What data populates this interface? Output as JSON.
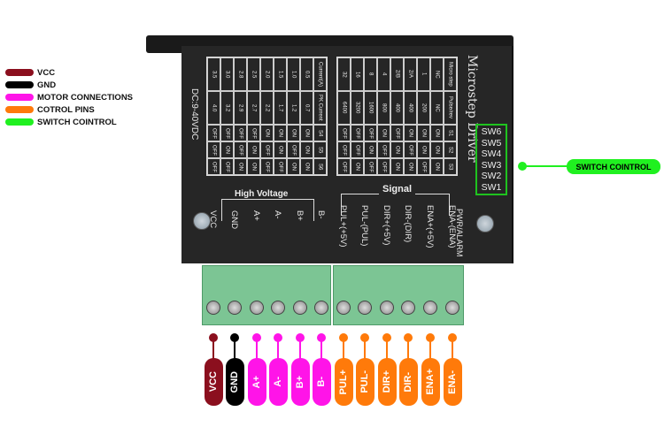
{
  "legend": [
    {
      "label": "VCC",
      "color": "#8b0f1e"
    },
    {
      "label": "GND",
      "color": "#000000"
    },
    {
      "label": "MOTOR CONNECTIONS",
      "color": "#ff14e8"
    },
    {
      "label": "COTROL PINS",
      "color": "#ff7a0a"
    },
    {
      "label": "SWITCH COINTROL",
      "color": "#20f020"
    }
  ],
  "board": {
    "title": "Microstep Driver",
    "voltage": "DC:9-40VDC",
    "high_voltage": "High Voltage",
    "signal": "Signal",
    "pwr_alarm": "PWR/ALARM",
    "switches": [
      "SW6",
      "SW5",
      "SW4",
      "SW3",
      "SW2",
      "SW1"
    ],
    "current_table": {
      "headers": [
        "Current(A)",
        "PK Current",
        "S4",
        "S5",
        "S6"
      ],
      "rows": [
        [
          "0.5",
          "0.7",
          "ON",
          "ON",
          "ON"
        ],
        [
          "1.0",
          "1.2",
          "ON",
          "OFF",
          "ON"
        ],
        [
          "1.5",
          "1.7",
          "ON",
          "ON",
          "OFF"
        ],
        [
          "2.0",
          "2.2",
          "ON",
          "OFF",
          "OFF"
        ],
        [
          "2.5",
          "2.7",
          "OFF",
          "ON",
          "ON"
        ],
        [
          "2.8",
          "2.9",
          "OFF",
          "OFF",
          "ON"
        ],
        [
          "3.0",
          "3.2",
          "OFF",
          "ON",
          "OFF"
        ],
        [
          "3.5",
          "4.0",
          "OFF",
          "OFF",
          "OFF"
        ]
      ]
    },
    "microstep_table": {
      "headers": [
        "Micro step",
        "Pulse/rev",
        "S1",
        "S2",
        "S3"
      ],
      "rows": [
        [
          "NC",
          "NC",
          "ON",
          "ON",
          "ON"
        ],
        [
          "1",
          "200",
          "ON",
          "ON",
          "OFF"
        ],
        [
          "2/A",
          "400",
          "ON",
          "OFF",
          "ON"
        ],
        [
          "2/B",
          "400",
          "OFF",
          "ON",
          "ON"
        ],
        [
          "4",
          "800",
          "ON",
          "OFF",
          "OFF"
        ],
        [
          "8",
          "1600",
          "OFF",
          "ON",
          "OFF"
        ],
        [
          "16",
          "3200",
          "OFF",
          "OFF",
          "ON"
        ],
        [
          "32",
          "6400",
          "OFF",
          "OFF",
          "OFF"
        ]
      ]
    },
    "terminal_labels": [
      "VCC",
      "GND",
      "A+",
      "A-",
      "B+",
      "B-",
      "PUL+(+5V)",
      "PUL-(PUL)",
      "DIR+(+5V)",
      "DIR-(DIR)",
      "ENA+(+5V)",
      "ENA-(ENA)"
    ]
  },
  "pins": [
    {
      "label": "VCC",
      "color": "#8b0f1e"
    },
    {
      "label": "GND",
      "color": "#000000"
    },
    {
      "label": "A+",
      "color": "#ff14e8"
    },
    {
      "label": "A-",
      "color": "#ff14e8"
    },
    {
      "label": "B+",
      "color": "#ff14e8"
    },
    {
      "label": "B-",
      "color": "#ff14e8"
    },
    {
      "label": "PUL+",
      "color": "#ff7a0a"
    },
    {
      "label": "PUL-",
      "color": "#ff7a0a"
    },
    {
      "label": "DIR+",
      "color": "#ff7a0a"
    },
    {
      "label": "DIR-",
      "color": "#ff7a0a"
    },
    {
      "label": "ENA+",
      "color": "#ff7a0a"
    },
    {
      "label": "ENA-",
      "color": "#ff7a0a"
    }
  ],
  "switch_callout": {
    "label": "SWITCH COINTROL",
    "color": "#20f020"
  }
}
